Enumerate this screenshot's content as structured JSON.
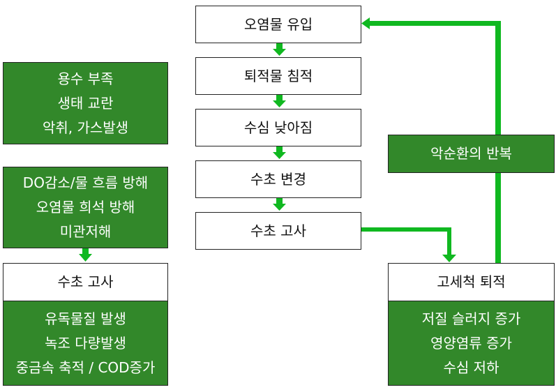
{
  "flow": [
    "오염물 유입",
    "퇴적물 침적",
    "수심 낮아짐",
    "수초 변경",
    "수초 고사"
  ],
  "cycle": "악순환의 반복",
  "right": {
    "title": "고세척 퇴적",
    "effects": [
      "저질 슬러지 증가",
      "영양염류 증가",
      "수심 저하"
    ]
  },
  "left": {
    "impacts1": [
      "용수 부족",
      "생태 교란",
      "악취, 가스발생"
    ],
    "impacts2": [
      "DO감소/물 흐름 방해",
      "오염물 희석 방해",
      "미관저해"
    ],
    "title": "수초 고사",
    "effects": [
      "유독물질 발생",
      "녹조 다량발생",
      "중금속 축적 / COD증가"
    ]
  },
  "colors": {
    "box_green": "#32882a",
    "arrow_green": "#10b820"
  }
}
